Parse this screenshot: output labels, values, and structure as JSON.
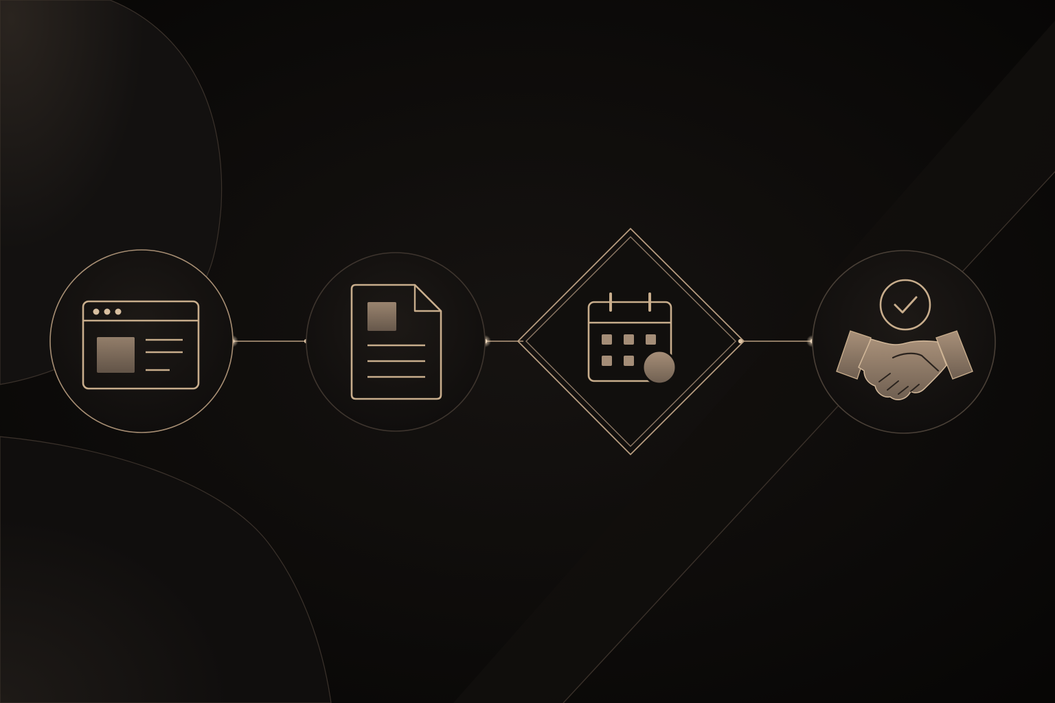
{
  "palette": {
    "background": "#0b0a09",
    "gold_line": "#c8ad8c",
    "gold_fill": "#8f7b66",
    "node_fill": "#151210"
  },
  "process_flow": {
    "steps": [
      {
        "icon": "browser-window-icon",
        "shape": "circle"
      },
      {
        "icon": "document-icon",
        "shape": "circle"
      },
      {
        "icon": "calendar-icon",
        "shape": "diamond"
      },
      {
        "icon": "handshake-check-icon",
        "shape": "circle"
      }
    ],
    "connector_count": 3
  }
}
